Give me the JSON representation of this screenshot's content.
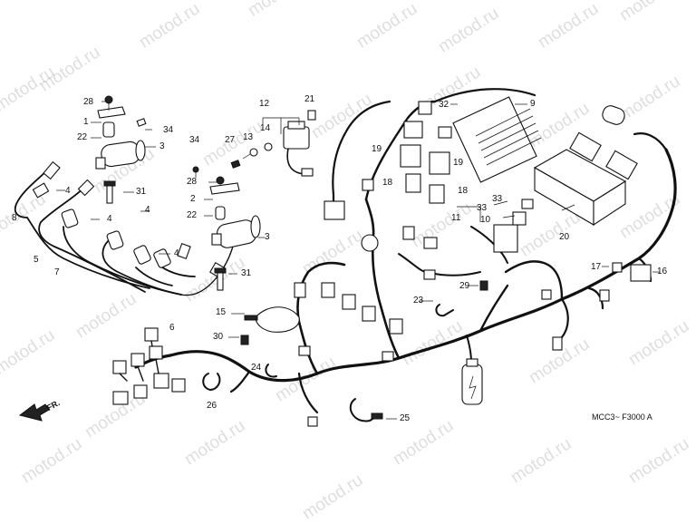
{
  "diagram": {
    "watermark": "motod.ru",
    "code_label": "MCC3~ F3000 A",
    "direction_label": "FR.",
    "callouts": {
      "c1": "1",
      "c2": "2",
      "c3a": "3",
      "c3b": "3",
      "c4a": "4",
      "c4b": "4",
      "c4c": "4",
      "c4d": "4",
      "c5": "5",
      "c6": "6",
      "c7": "7",
      "c8": "8",
      "c9": "9",
      "c10": "10",
      "c11": "11",
      "c12": "12",
      "c13": "13",
      "c14": "14",
      "c15": "15",
      "c16": "16",
      "c17": "17",
      "c18a": "18",
      "c18b": "18",
      "c19a": "19",
      "c19b": "19",
      "c20": "20",
      "c21": "21",
      "c22a": "22",
      "c22b": "22",
      "c23": "23",
      "c24": "24",
      "c25": "25",
      "c26": "26",
      "c27": "27",
      "c28a": "28",
      "c28b": "28",
      "c29": "29",
      "c30": "30",
      "c31a": "31",
      "c31b": "31",
      "c32": "32",
      "c33a": "33",
      "c33b": "33",
      "c34a": "34",
      "c34b": "34"
    }
  }
}
